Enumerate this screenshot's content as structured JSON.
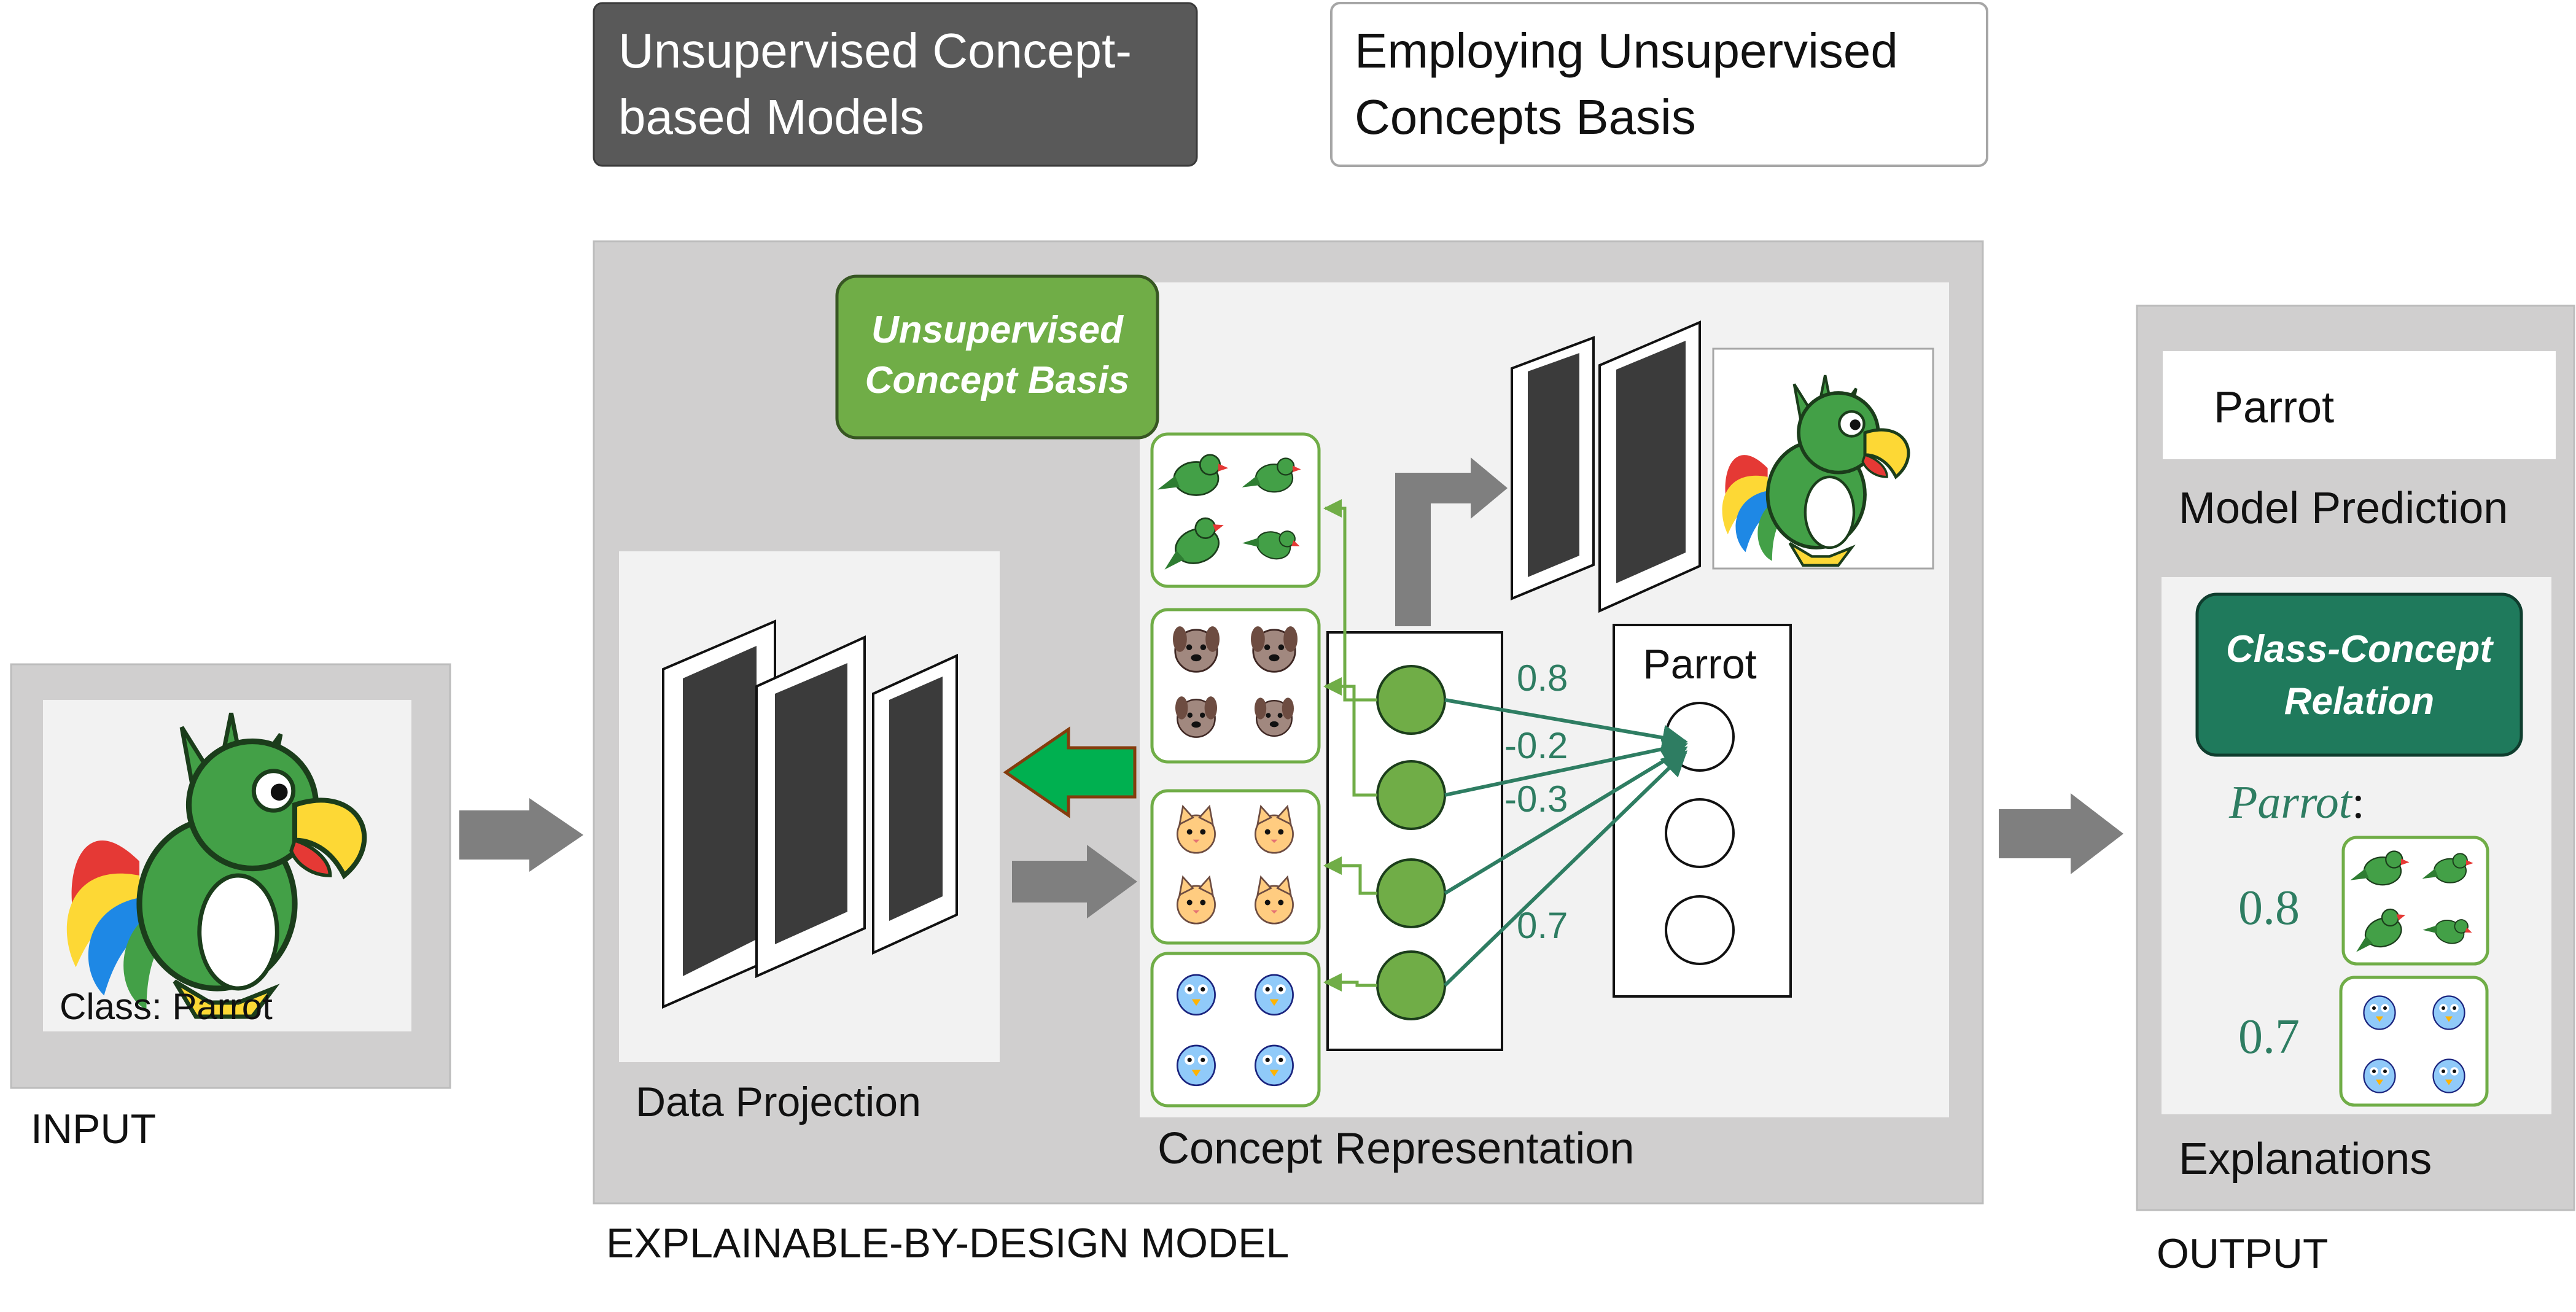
{
  "header": {
    "dark_box": "Unsupervised Concept-based Models",
    "light_box": "Employing Unsupervised Concepts Basis"
  },
  "input": {
    "class_label": "Class: Parrot",
    "caption": "INPUT"
  },
  "model": {
    "caption": "EXPLAINABLE-BY-DESIGN MODEL",
    "basis_badge": "Unsupervised Concept Basis",
    "data_projection": "Data Projection",
    "concept_representation": "Concept Representation",
    "class_box_label": "Parrot",
    "weights": [
      "0.8",
      "-0.2",
      "-0.3",
      "0.7"
    ],
    "concept_groups": [
      "parrots",
      "dogs",
      "cats",
      "birds"
    ]
  },
  "output": {
    "prediction_value": "Parrot",
    "prediction_label": "Model Prediction",
    "relation_badge": "Class-Concept Relation",
    "class_name": "Parrot",
    "class_suffix": ":",
    "explanations": [
      {
        "weight": "0.8",
        "concept": "parrots"
      },
      {
        "weight": "0.7",
        "concept": "birds"
      }
    ],
    "explanations_label": "Explanations",
    "caption": "OUTPUT"
  },
  "colors": {
    "dark_box": "#595959",
    "panel_gray": "#d0cfcf",
    "inner_gray": "#f2f2f2",
    "green_light": "#70ad47",
    "green_dark": "#1f7a5c",
    "arrow_gray": "#7f7f7f",
    "arrow_green": "#00b050",
    "teal_text": "#2e7d62"
  },
  "icons": [
    "parrot-illustration",
    "feature-map-icon",
    "neuron-node-icon",
    "arrow-icon"
  ]
}
